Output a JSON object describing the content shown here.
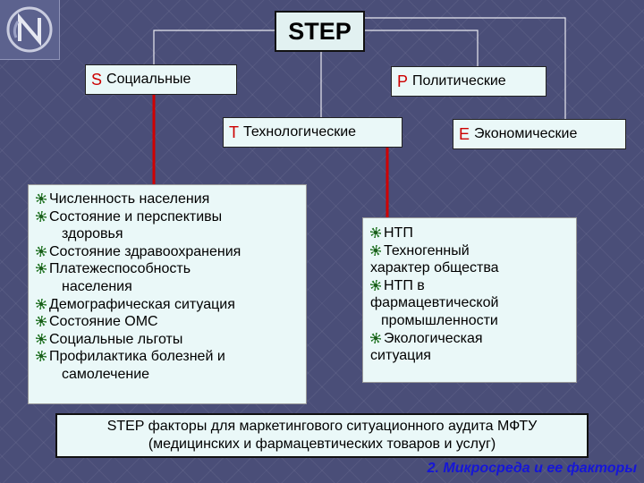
{
  "slide": {
    "title": "STEP",
    "categories": {
      "s": {
        "letter": "S",
        "label": "Социальные"
      },
      "p": {
        "letter": "P",
        "label": "Политические"
      },
      "t": {
        "letter": "T",
        "label": "Технологические"
      },
      "e": {
        "letter": "E",
        "label": "Экономические"
      }
    },
    "social_factors": [
      {
        "line1": "Численность населения"
      },
      {
        "line1": "Состояние и перспективы",
        "line2": "здоровья"
      },
      {
        "line1": "Состояние здравоохранения"
      },
      {
        "line1": "Платежеспособность",
        "line2": "населения"
      },
      {
        "line1": "Демографическая ситуация"
      },
      {
        "line1": "Состояние ОМС"
      },
      {
        "line1": "Социальные льготы"
      },
      {
        "line1": "Профилактика болезней и",
        "line2": "самолечение"
      }
    ],
    "tech_factors": {
      "l1": "НТП",
      "l2": "Техногенный",
      "l3": "характер общества",
      "l4": "НТП в",
      "l5": "фармацевтической",
      "l6": "промышленности",
      "l7": "Экологическая",
      "l8": "ситуация"
    },
    "caption": {
      "line1": "STEP факторы для маркетингового ситуационного аудита МФТУ",
      "line2": "(медицинских и фармацевтических товаров и услуг)"
    },
    "footer": "2. Микросреда и ее факторы",
    "colors": {
      "background": "#4a4e78",
      "box": "#eaf8f8",
      "letter": "#cc0000",
      "footer": "#1616d8",
      "connector_red": "#cc0000"
    }
  }
}
